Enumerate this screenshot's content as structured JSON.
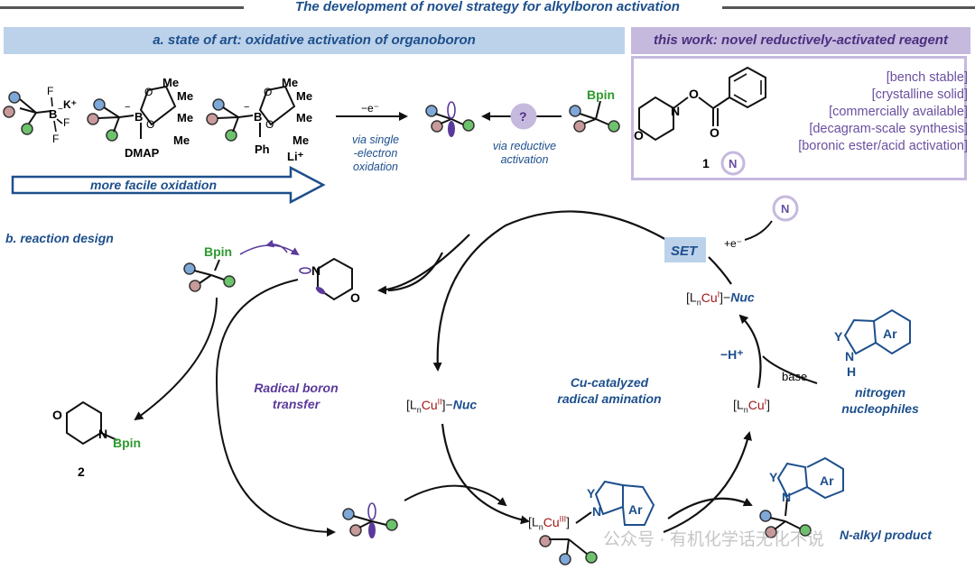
{
  "title": "The development of novel strategy for alkylboron activation",
  "panel_a": {
    "header": "a. state of art: oxidative activation of organoboron",
    "facile_label": "more facile oxidation",
    "oxidation_arrow_label": "−e⁻",
    "oxidation_caption": [
      "via single",
      "-electron",
      "oxidation"
    ],
    "reductive_caption": [
      "via reductive",
      "activation"
    ],
    "question_mark": "?",
    "bpin": "Bpin",
    "reagent_labels": {
      "f": "F",
      "k_plus": "K⁺",
      "b": "B",
      "dmap": "DMAP",
      "me": "Me",
      "ph": "Ph",
      "li_plus": "Li⁺",
      "o": "O",
      "minus": "−"
    }
  },
  "panel_this_work": {
    "header": "this work: novel reductively-activated reagent",
    "properties": [
      "[bench stable]",
      "[crystalline solid]",
      "[commercially available]",
      "[decagram-scale synthesis]",
      "[boronic ester/acid activation]"
    ],
    "compound_number": "1",
    "n_badge": "N",
    "atoms": {
      "n": "N",
      "o": "O"
    }
  },
  "panel_b": {
    "header": "b. reaction design",
    "radical_boron": [
      "Radical boron",
      "transfer"
    ],
    "cu_catalyzed": [
      "Cu-catalyzed",
      "radical amination"
    ],
    "set_label": "SET",
    "electron_label": "+e⁻",
    "n_badge": "N",
    "deprotonation": "−H⁺",
    "base": "base",
    "nucleophiles": [
      "nitrogen",
      "nucleophiles"
    ],
    "product_label": "N-alkyl product",
    "compound_2": "2",
    "bpin": "Bpin",
    "nuc": "Nuc",
    "cu_species": {
      "cu1_nuc": "[LnCuI]−Nuc",
      "cu2_nuc": "[LnCuII]−Nuc",
      "cu1": "[LnCuI]",
      "cu3": "[LnCuIII]"
    },
    "atoms": {
      "y": "Y",
      "n": "N",
      "h": "H",
      "ar": "Ar",
      "o": "O"
    }
  },
  "watermark": "公众号 · 有机化学话无化不说",
  "colors": {
    "blue_text": "#1d4f8c",
    "purple_text": "#6a4fa0",
    "green_bpin": "#2e9a2e",
    "banner_a": "#bcd2ea",
    "banner_b": "#c6b9de",
    "ball_blue": "#7ea8d8",
    "ball_red": "#c99a9a",
    "ball_green": "#6cc36c",
    "radical_purple": "#5a3a9a",
    "cu_red": "#a01818"
  }
}
